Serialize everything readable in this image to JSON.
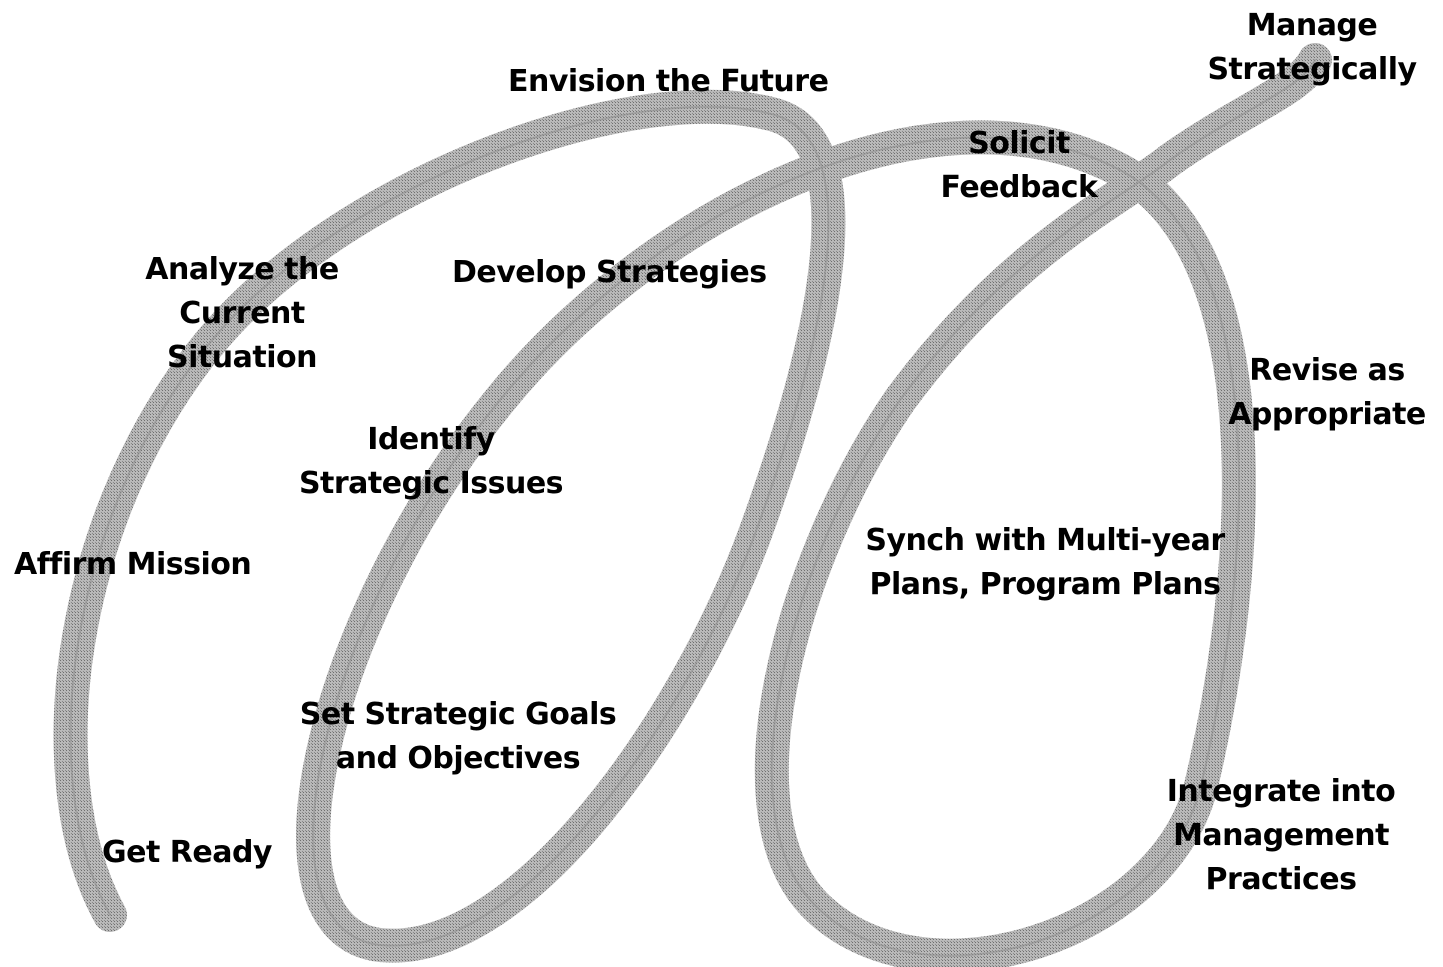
{
  "diagram": {
    "ribbon_color": "#a3a3a3",
    "ribbon_dark": "#7d7d7d",
    "text_color": "#000000",
    "steps": {
      "get_ready": {
        "lines": [
          "Get Ready"
        ]
      },
      "affirm_mission": {
        "lines": [
          "Affirm Mission"
        ]
      },
      "analyze_current_situation": {
        "lines": [
          "Analyze the",
          "Current",
          "Situation"
        ]
      },
      "envision_future": {
        "lines": [
          "Envision the Future"
        ]
      },
      "develop_strategies": {
        "lines": [
          "Develop Strategies"
        ]
      },
      "identify_strategic_issues": {
        "lines": [
          "Identify",
          "Strategic Issues"
        ]
      },
      "set_goals_objectives": {
        "lines": [
          "Set Strategic Goals",
          "and Objectives"
        ]
      },
      "solicit_feedback": {
        "lines": [
          "Solicit",
          "Feedback"
        ]
      },
      "manage_strategically": {
        "lines": [
          "Manage",
          "Strategically"
        ]
      },
      "revise_as_appropriate": {
        "lines": [
          "Revise as",
          "Appropriate"
        ]
      },
      "synch_plans": {
        "lines": [
          "Synch with Multi-year",
          "Plans, Program Plans"
        ]
      },
      "integrate_management": {
        "lines": [
          "Integrate into",
          "Management",
          "Practices"
        ]
      }
    }
  }
}
